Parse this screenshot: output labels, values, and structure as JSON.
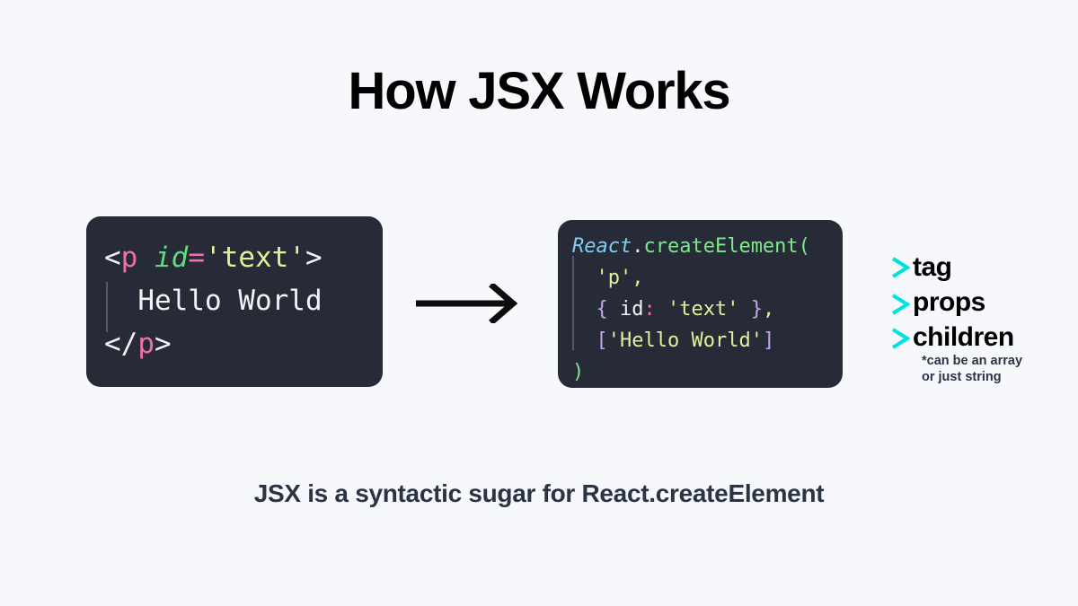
{
  "page": {
    "title": "How JSX Works",
    "caption": "JSX is a syntactic sugar for React.createElement",
    "background_color": "#f7f8fc"
  },
  "jsx_card": {
    "background_color": "#272b38",
    "lines": [
      {
        "tokens": [
          {
            "text": "<",
            "color": "#f2f3f5"
          },
          {
            "text": "p",
            "color": "#ef6faa"
          },
          {
            "text": " ",
            "color": "#f2f3f5"
          },
          {
            "text": "id",
            "color": "#66d97f"
          },
          {
            "text": "=",
            "color": "#ef6faa"
          },
          {
            "text": "'text'",
            "color": "#e4ef9b"
          },
          {
            "text": ">",
            "color": "#f2f3f5"
          }
        ]
      },
      {
        "tokens": [
          {
            "text": "  Hello World",
            "color": "#f2f3f5"
          }
        ]
      },
      {
        "tokens": [
          {
            "text": "</",
            "color": "#f2f3f5"
          },
          {
            "text": "p",
            "color": "#ef6faa"
          },
          {
            "text": ">",
            "color": "#f2f3f5"
          }
        ]
      }
    ],
    "line_1": {
      "lt": "<",
      "tag": "p",
      "space": " ",
      "attr": "id",
      "eq": "=",
      "value": "'text'",
      "gt": ">"
    },
    "line_2": {
      "text": "  Hello World"
    },
    "line_3": {
      "lt": "</",
      "tag": "p",
      "gt": ">"
    }
  },
  "rce_card": {
    "background_color": "#272b38",
    "line_1": {
      "object": "React",
      "dot": ".",
      "method": "createElement",
      "paren": "("
    },
    "line_2": {
      "text": "  'p',"
    },
    "line_3": {
      "brace_open": "  { ",
      "key": "id",
      "colon": ":",
      "value": " 'text' ",
      "brace_close": "}",
      "comma": ","
    },
    "line_4": {
      "bracket_open": "  [",
      "value": "'Hello World'",
      "bracket_close": "]"
    },
    "line_5": {
      "paren": ")"
    }
  },
  "arrows": {
    "transform": {
      "name": "transform-arrow",
      "color": "#0d0d0d"
    },
    "pointer_gradient_start": "#14d98a",
    "pointer_gradient_end": "#00e2e2"
  },
  "labels": {
    "tag": "tag",
    "props": "props",
    "children": "children",
    "children_note": "*can be an array\nor just string"
  }
}
